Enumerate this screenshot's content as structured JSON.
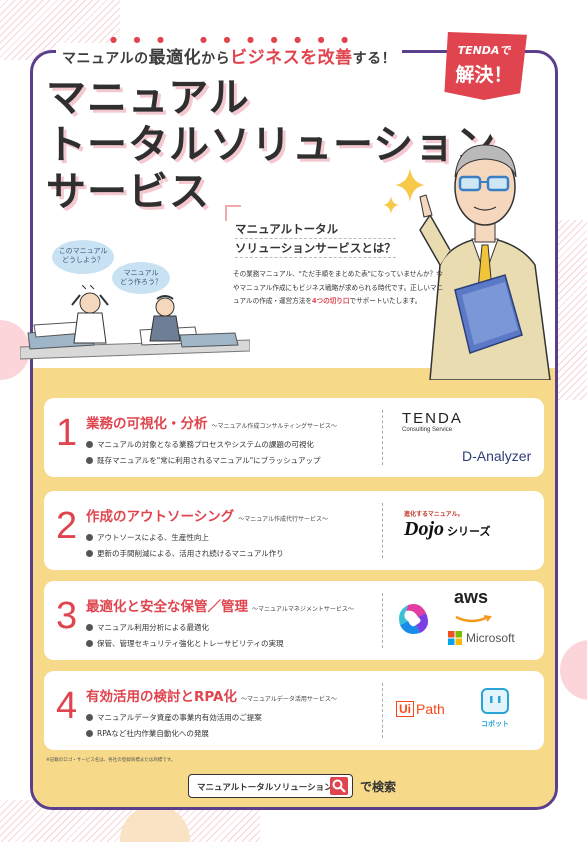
{
  "header": {
    "tagline_pre": "マニュアルの",
    "tagline_b1": "最適化",
    "tagline_mid": "から",
    "tagline_b2": "ビジネスを改善",
    "tagline_post": "する！"
  },
  "badge": {
    "line1": "TENDAで",
    "line2": "解決！"
  },
  "title": {
    "line1": "マニュアル",
    "line2": "トータルソリューション",
    "line3": "サービス"
  },
  "bubbles": {
    "b1": "このマニュアル\nどうしよう？",
    "b2": "マニュアル\nどう作ろう？"
  },
  "description": {
    "heading1": "マニュアルトータル",
    "heading2": "ソリューションサービスとは？",
    "body_pre": "その業務マニュアル、\"ただ手順をまとめた表\"になっていませんか？今やマニュアル作成にもビジネス戦略が求められる時代です。正しいマニュアルの作成・運営方法を",
    "body_emph": "4つの切り口",
    "body_post": "でサポートいたします。"
  },
  "cards": [
    {
      "number": "1",
      "title": "業務の可視化・分析",
      "subtitle": "〜マニュアル作成コンサルティングサービス〜",
      "bullets": [
        "マニュアルの対象となる業務プロセスやシステムの課題の可視化",
        "既存マニュアルを\"常に利用されるマニュアル\"にブラッシュアップ"
      ],
      "logos": {
        "tenda": "TENDA",
        "tenda_sub": "Consulting Service",
        "danalyzer": "D-Analyzer"
      }
    },
    {
      "number": "2",
      "title": "作成のアウトソーシング",
      "subtitle": "〜マニュアル作成代行サービス〜",
      "bullets": [
        "アウトソースによる、生産性向上",
        "更新の手間削減による、活用され続けるマニュアル作り"
      ],
      "logos": {
        "dojo_top": "進化するマニュアル。",
        "dojo": "Dojo",
        "dojo_suffix": "シリーズ"
      }
    },
    {
      "number": "3",
      "title": "最適化と安全な保管／管理",
      "subtitle": "〜マニュアルマネジメントサービス〜",
      "bullets": [
        "マニュアル利用分析による最適化",
        "保管、管理セキュリティ強化とトレーサビリティの実現"
      ],
      "logos": {
        "aws": "aws",
        "microsoft": "Microsoft"
      }
    },
    {
      "number": "4",
      "title": "有効活用の検討とRPA化",
      "subtitle": "〜マニュアルデータ活用サービス〜",
      "bullets": [
        "マニュアルデータ資産の事業内有効活用のご提案",
        "RPAなど社内作業自動化への発展"
      ],
      "logos": {
        "uipath_ui": "Ui",
        "uipath_path": "Path",
        "robot": "コボット"
      }
    }
  ],
  "footnote": "※記載のロゴ・サービス名は、各社の登録商標または商標です。",
  "search": {
    "text": "マニュアルトータルソリューション",
    "suffix": "で検索"
  },
  "colors": {
    "accent": "#e0454f",
    "frame": "#5b3f8c",
    "yellow": "#f7d98a"
  }
}
